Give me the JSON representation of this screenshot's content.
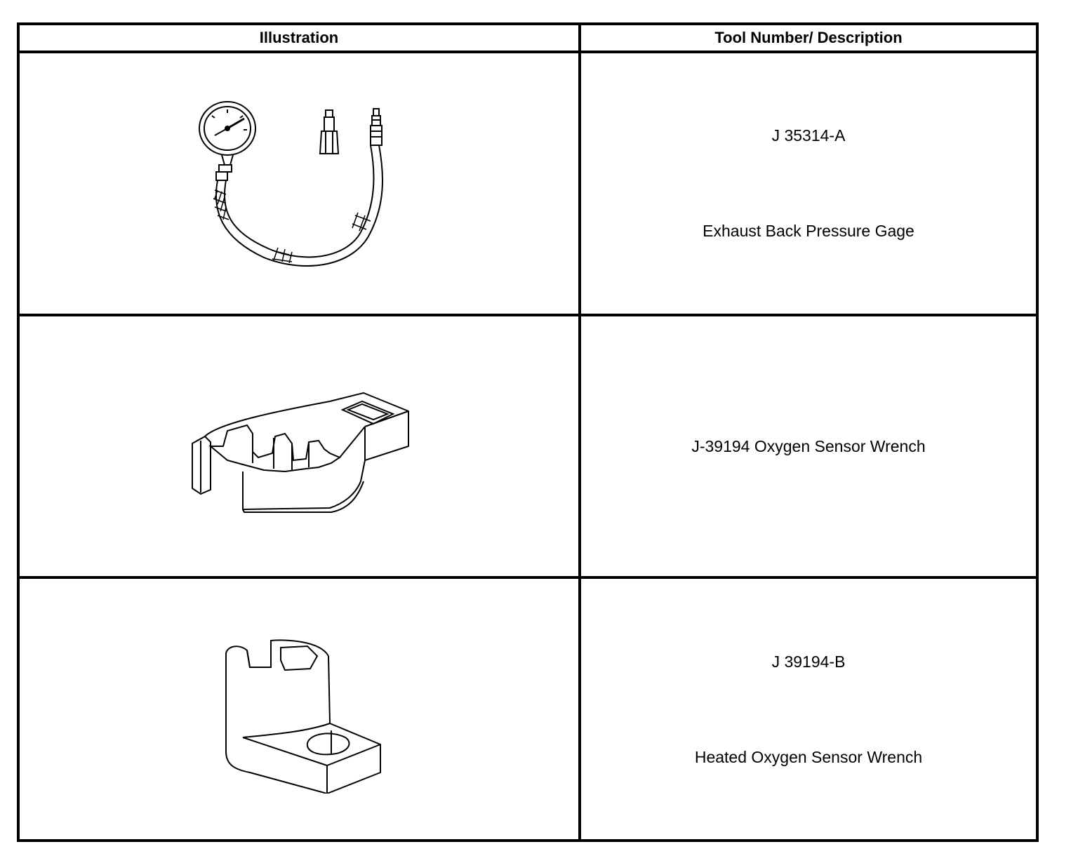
{
  "table": {
    "headers": {
      "illustration": "Illustration",
      "description": "Tool Number/ Description"
    },
    "rows": [
      {
        "tool_number": "J 35314-A",
        "description": "Exhaust Back Pressure Gage",
        "illustration_icon": "pressure-gauge-hose-icon"
      },
      {
        "tool_number": "",
        "description": "J-39194 Oxygen Sensor Wrench",
        "illustration_icon": "crowfoot-wrench-icon"
      },
      {
        "tool_number": "J 39194-B",
        "description": "Heated Oxygen Sensor Wrench",
        "illustration_icon": "oxygen-sensor-socket-icon"
      }
    ]
  }
}
